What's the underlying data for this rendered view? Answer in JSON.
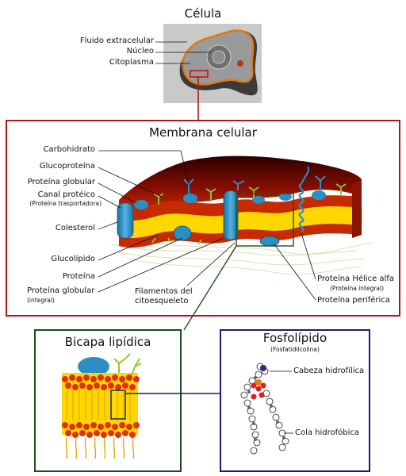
{
  "cell": {
    "title": "Célula",
    "labels": {
      "fluid": "Fluido extracelular",
      "nucleus": "Núcleo",
      "cytoplasm": "Citoplasma"
    }
  },
  "membrane": {
    "title": "Membrana celular",
    "labels": {
      "carbohydrate": "Carbohidrato",
      "glycoprotein": "Glucoproteína",
      "globular_protein": "Proteína globular",
      "channel": "Canal protéico",
      "channel_sub": "(Proteína trasportadora)",
      "cholesterol": "Colesterol",
      "glycolipid": "Glucolípido",
      "protein": "Proteína",
      "globular_protein_integral": "Proteína globular",
      "integral_sub": "(integral)",
      "cytoskeleton": "Filamentos del citoesqueleto",
      "alpha_helix": "Proteína Hélice alfa",
      "alpha_helix_sub": "(Proteína integral)",
      "peripheral": "Proteína periférica"
    }
  },
  "bilayer": {
    "title": "Bicapa lipídica"
  },
  "phospholipid": {
    "title": "Fosfolípido",
    "subtitle": "(Fosfatidilcolina)",
    "labels": {
      "head": "Cabeza hidrofílica",
      "tail": "Cola hidrofóbica"
    }
  },
  "colors": {
    "membrane_frame": "#b01818",
    "bilayer_frame": "#1e4d1e",
    "phospholipid_frame": "#1a1a7a",
    "lipid_head": "#e03010",
    "lipid_core": "#ffd700",
    "protein": "#2a8fc4"
  }
}
